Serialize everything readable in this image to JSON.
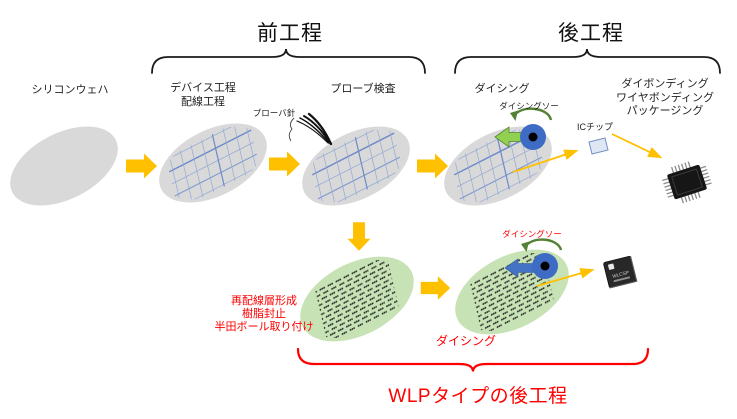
{
  "titles": {
    "front_process": "前工程",
    "back_process": "後工程",
    "wlp_footer": "WLPタイプの後工程"
  },
  "stage_labels": {
    "silicon_wafer": "シリコンウェハ",
    "device_process": [
      "デバイス工程",
      "配線工程"
    ],
    "probe_inspection": "プローブ検査",
    "dicing": "ダイシング",
    "back_end": [
      "ダイボンディング",
      "ワイヤボンディング",
      "パッケージング"
    ]
  },
  "annotations": {
    "prober_needle": "プローバ針",
    "dicing_saw_top": "ダイシングソー",
    "ic_chip": "ICチップ",
    "dicing_saw_bottom": "ダイシングソー",
    "wlp_steps": [
      "再配線層形成",
      "樹脂封止",
      "半田ボール取り付け"
    ],
    "wlp_dicing": "ダイシング",
    "wlcsp_marking": "WLCSP"
  },
  "colors": {
    "process_arrow_yellow": "#FFC000",
    "wafer_gray": "#D9D9D9",
    "wafer_green": "#C7E3B5",
    "grid_blue": "#93A9D6",
    "saw_blade_blue": "#3E6BC4",
    "saw_arrow_green": "#92D050",
    "saw_arrow_blue": "#4472C4",
    "rotation_arc_green": "#548235",
    "annotation_red": "#FF0000",
    "brace_black": "#1A1A1A"
  }
}
